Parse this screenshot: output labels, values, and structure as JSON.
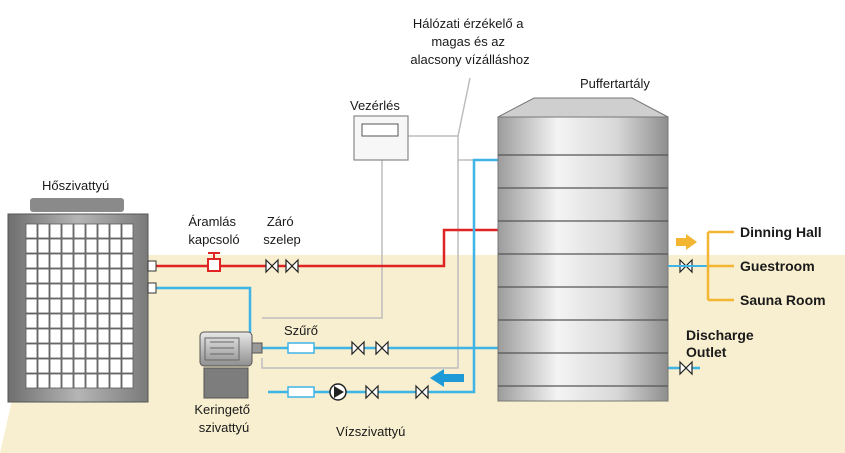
{
  "labels": {
    "sensor": [
      "Hálózati érzékelő a",
      "magas és az",
      "alacsony vízálláshoz"
    ],
    "buffer_tank": "Puffertartály",
    "controller": "Vezérlés",
    "heat_pump": "Hőszivattyú",
    "flow_switch": [
      "Áramlás",
      "kapcsoló"
    ],
    "shutoff_valve": [
      "Záró",
      "szelep"
    ],
    "filter": "Szűrő",
    "circulation_pump": [
      "Keringető",
      "szivattyú"
    ],
    "water_pump": "Vízszivattyú",
    "outlets": [
      "Dinning Hall",
      "Guestroom",
      "Sauna Room"
    ],
    "discharge": [
      "Discharge",
      "Outlet"
    ]
  },
  "colors": {
    "hot_pipe": "#e02424",
    "cold_pipe": "#3fb4e6",
    "control_wire": "#bdbdbd",
    "supply_arrow": "#f2b632",
    "return_arrow": "#1e9ad6",
    "floor": "#f7efcf"
  },
  "icons": {
    "controller": "control-panel-icon",
    "water_pump": "pump-icon",
    "valves": "check-valve-icon",
    "filter": "filter-icon"
  }
}
